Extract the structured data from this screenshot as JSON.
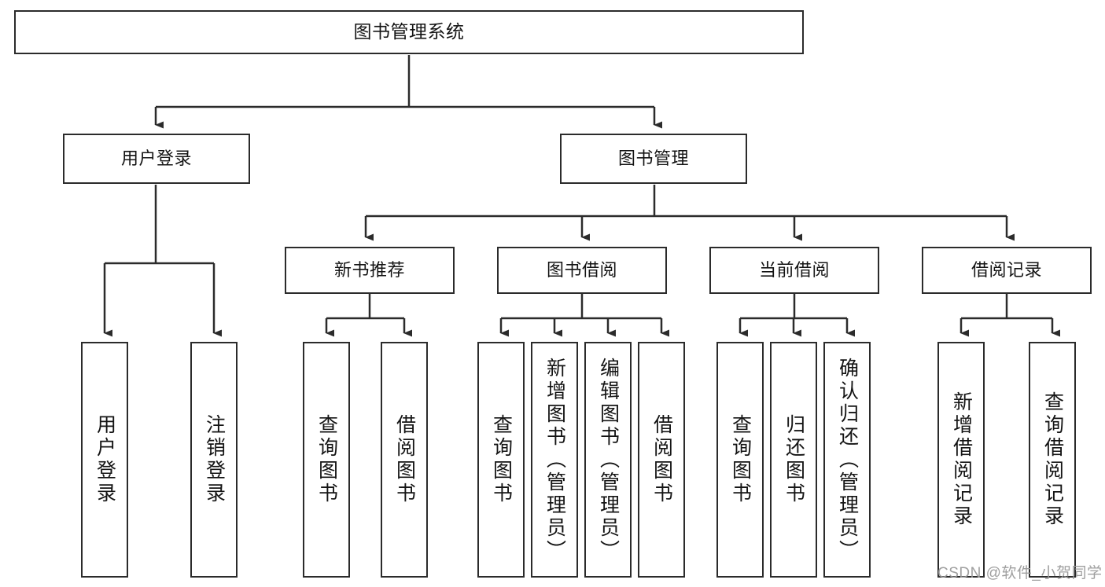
{
  "diagram": {
    "title_text": "图书管理系统",
    "type": "hierarchy-tree",
    "colors": {
      "node_border": "#2b2b2b",
      "node_fill": "#ffffff",
      "edge": "#2b2b2b",
      "text": "#141414",
      "watermark": "#9a9a9a",
      "background": "#ffffff"
    },
    "watermark": "CSDN @软件_小贺同学",
    "nodes": {
      "root": {
        "label": "图书管理系统"
      },
      "level1": [
        {
          "id": "user-login",
          "label": "用户登录"
        },
        {
          "id": "book-management",
          "label": "图书管理"
        }
      ],
      "level2": [
        {
          "id": "new-book-recommend",
          "label": "新书推荐"
        },
        {
          "id": "book-borrow",
          "label": "图书借阅"
        },
        {
          "id": "current-borrow",
          "label": "当前借阅"
        },
        {
          "id": "borrow-record",
          "label": "借阅记录"
        }
      ],
      "leaves": {
        "user_login": [
          {
            "id": "leaf-user-login",
            "label": "用户登录"
          },
          {
            "id": "leaf-logout-login",
            "label": "注销登录"
          }
        ],
        "new_book_recommend": [
          {
            "id": "leaf-query-book-1",
            "label": "查询图书"
          },
          {
            "id": "leaf-borrow-book-1",
            "label": "借阅图书"
          }
        ],
        "book_borrow": [
          {
            "id": "leaf-query-book-2",
            "label": "查询图书"
          },
          {
            "id": "leaf-add-book",
            "label": "新增图书（管理员）"
          },
          {
            "id": "leaf-edit-book",
            "label": "编辑图书（管理员）"
          },
          {
            "id": "leaf-borrow-book-2",
            "label": "借阅图书"
          }
        ],
        "current_borrow": [
          {
            "id": "leaf-query-book-3",
            "label": "查询图书"
          },
          {
            "id": "leaf-return-book",
            "label": "归还图书"
          },
          {
            "id": "leaf-confirm-return",
            "label": "确认归还（管理员）"
          }
        ],
        "borrow_record": [
          {
            "id": "leaf-add-record",
            "label": "新增借阅记录"
          },
          {
            "id": "leaf-query-record",
            "label": "查询借阅记录"
          }
        ]
      }
    }
  }
}
